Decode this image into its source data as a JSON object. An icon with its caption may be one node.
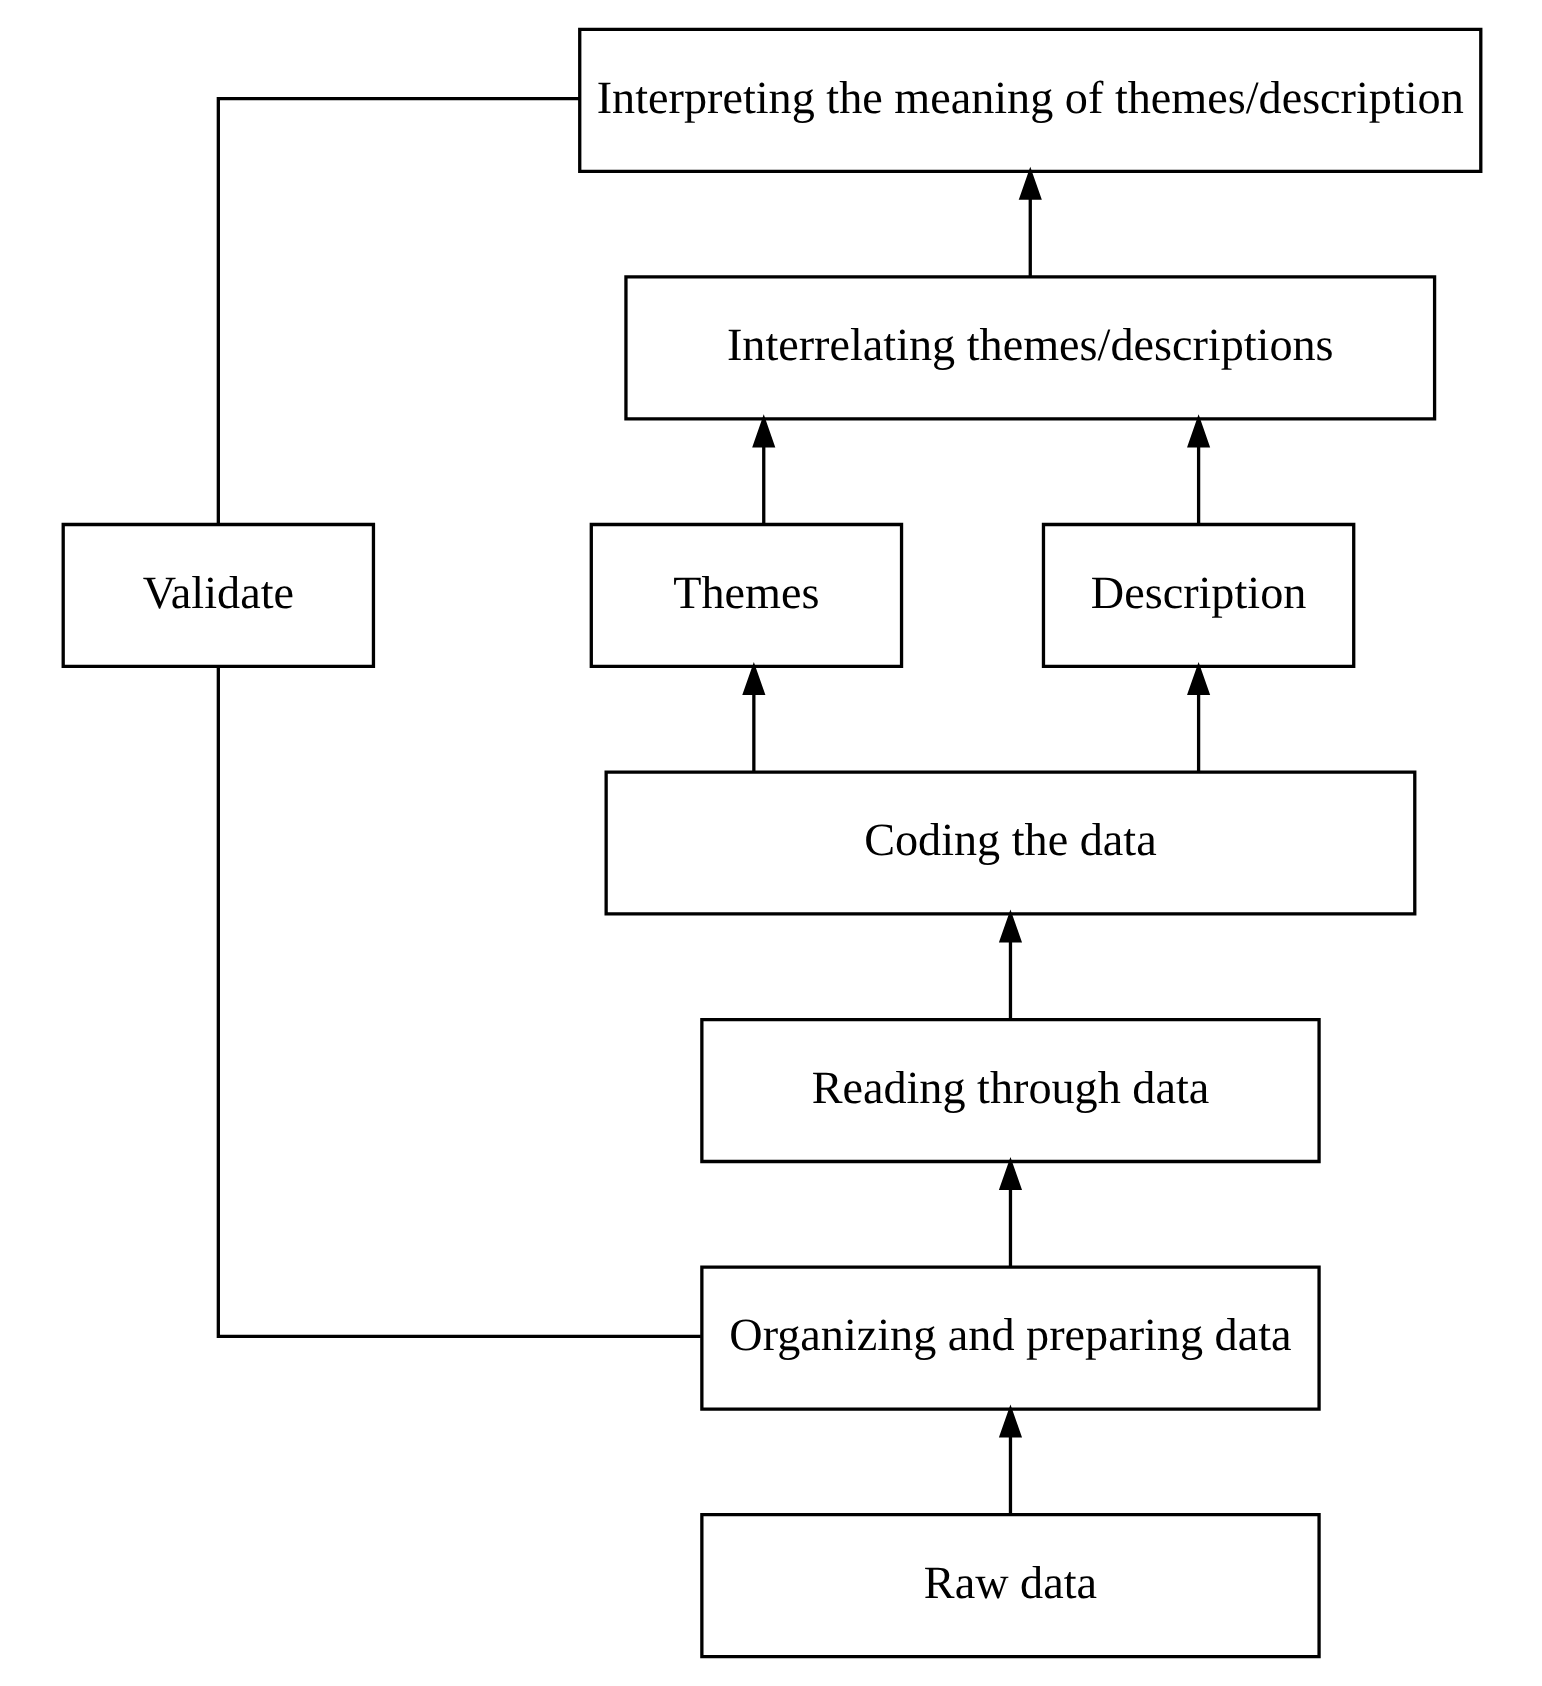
{
  "diagram": {
    "nodes": [
      {
        "text": [
          "Interpreting the meaning of themes/description"
        ]
      },
      {
        "text": [
          "Interrelating themes/descriptions"
        ]
      },
      {
        "text": [
          "Validate"
        ]
      },
      {
        "text": [
          "Themes"
        ]
      },
      {
        "text": [
          "Description"
        ]
      },
      {
        "text": [
          "Coding the data"
        ]
      },
      {
        "text": [
          "Reading through data"
        ]
      },
      {
        "text": [
          "Organizing and preparing data"
        ]
      },
      {
        "text": [
          "Raw data"
        ]
      }
    ],
    "edges": [
      {
        "from": 8,
        "to": 7,
        "arrow": "to"
      },
      {
        "from": 7,
        "to": 6,
        "arrow": "to"
      },
      {
        "from": 6,
        "to": 5,
        "arrow": "to"
      },
      {
        "from": 5,
        "to": 3,
        "arrow": "to"
      },
      {
        "from": 5,
        "to": 4,
        "arrow": "to"
      },
      {
        "from": 3,
        "to": 1,
        "arrow": "to"
      },
      {
        "from": 4,
        "to": 1,
        "arrow": "to"
      },
      {
        "from": 1,
        "to": 0,
        "arrow": "to"
      },
      {
        "from": 2,
        "to": 0,
        "arrow": "none"
      },
      {
        "from": 2,
        "to": 7,
        "arrow": "none"
      }
    ]
  }
}
